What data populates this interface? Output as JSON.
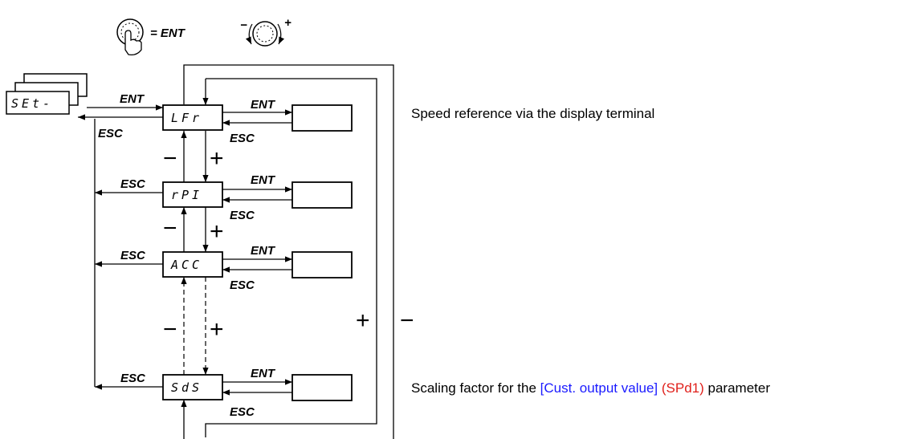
{
  "legend": {
    "ent_equals": "= ENT",
    "minus": "−",
    "plus": "+"
  },
  "menu": {
    "parent_code": "SEt-",
    "parameters": [
      {
        "code": "LFr",
        "name": "LFr"
      },
      {
        "code": "rPI",
        "name": "rPI"
      },
      {
        "code": "ACC",
        "name": "ACC"
      },
      {
        "code": "SdS",
        "name": "SdS"
      }
    ]
  },
  "labels": {
    "ent": "ENT",
    "esc": "ESC",
    "minus": "−",
    "plus": "+"
  },
  "descriptions": {
    "lfr": "Speed reference via the display terminal",
    "sds_prefix": "Scaling factor for the ",
    "sds_keyword": "[Cust. output value]",
    "sds_code": "(SPd1)",
    "sds_suffix": " parameter"
  }
}
